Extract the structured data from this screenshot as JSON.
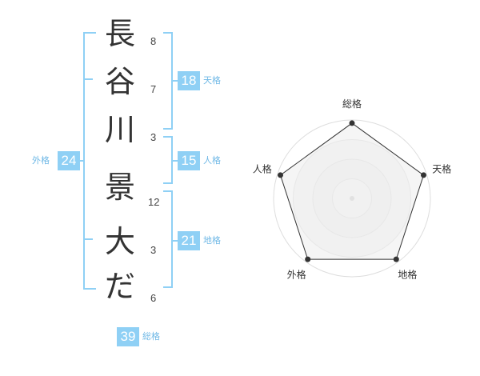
{
  "name_chars": [
    {
      "char": "長",
      "strokes": "8"
    },
    {
      "char": "谷",
      "strokes": "7"
    },
    {
      "char": "川",
      "strokes": "3"
    },
    {
      "char": "景",
      "strokes": "12"
    },
    {
      "char": "大",
      "strokes": "3"
    },
    {
      "char": "だ",
      "strokes": "6"
    }
  ],
  "fortune": {
    "tenkaku": {
      "label": "天格",
      "value": "18"
    },
    "jinkaku": {
      "label": "人格",
      "value": "15"
    },
    "chikaku": {
      "label": "地格",
      "value": "21"
    },
    "gaikaku": {
      "label": "外格",
      "value": "24"
    },
    "soukaku": {
      "label": "総格",
      "value": "39"
    }
  },
  "chart_data": {
    "type": "radar",
    "axes": [
      "総格",
      "天格",
      "地格",
      "外格",
      "人格"
    ],
    "values": [
      1.0,
      1.0,
      1.0,
      1.0,
      1.0
    ],
    "range": [
      0,
      1
    ],
    "rings": 4,
    "colors": {
      "line": "#333333",
      "fill": "#eeeeee",
      "grid": "#dddddd",
      "accent": "#8fd0f5"
    }
  }
}
